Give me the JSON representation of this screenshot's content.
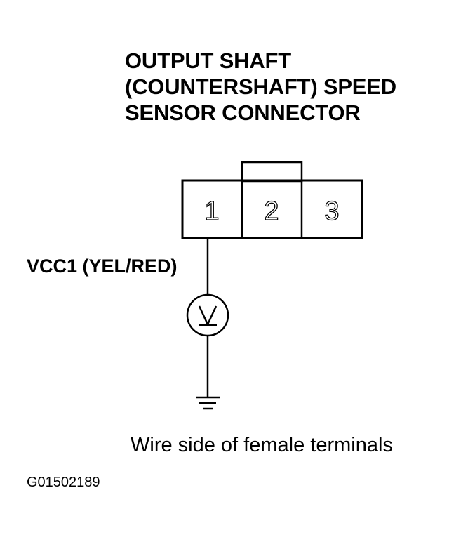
{
  "title": {
    "line1": "OUTPUT SHAFT",
    "line2": "(COUNTERSHAFT) SPEED",
    "line3": "SENSOR CONNECTOR"
  },
  "connector": {
    "pins": [
      {
        "number": "1"
      },
      {
        "number": "2"
      },
      {
        "number": "3"
      }
    ]
  },
  "wire_label": "VCC1 (YEL/RED)",
  "meter_icon": "voltmeter-icon",
  "ground_icon": "ground-icon",
  "caption": "Wire side of female terminals",
  "figure_id": "G01502189"
}
